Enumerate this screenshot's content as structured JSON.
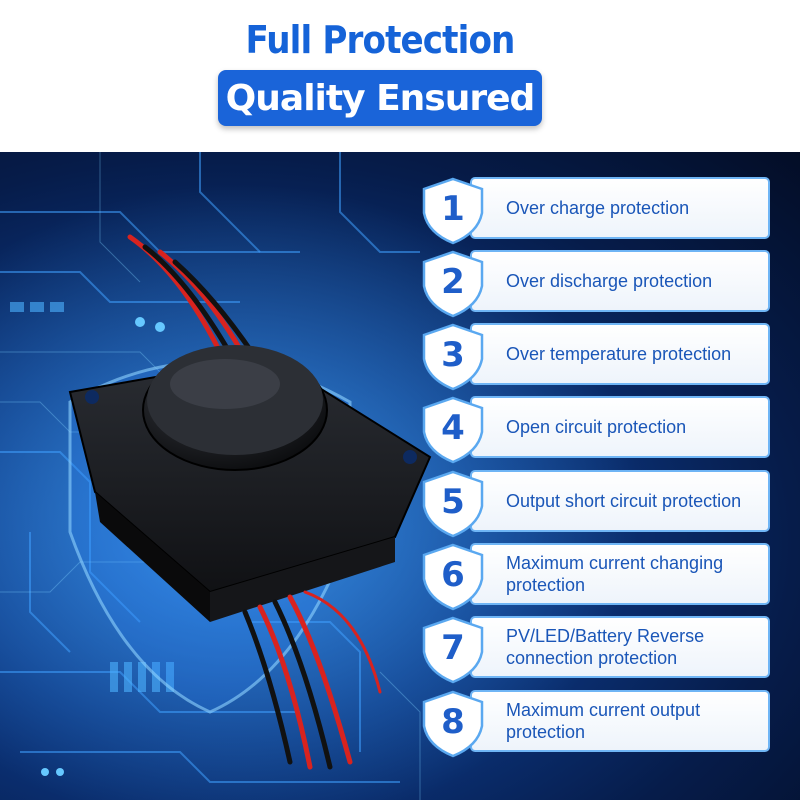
{
  "header": {
    "title": "Full Protection",
    "subtitle": "Quality Ensured"
  },
  "colors": {
    "brand_blue": "#1a64d9",
    "card_border": "#6fb5f5",
    "label_text": "#1a56b8"
  },
  "protections": [
    {
      "number": "1",
      "label": "Over charge protection"
    },
    {
      "number": "2",
      "label": "Over discharge protection"
    },
    {
      "number": "3",
      "label": "Over temperature protection"
    },
    {
      "number": "4",
      "label": "Open circuit protection"
    },
    {
      "number": "5",
      "label": "Output short circuit protection"
    },
    {
      "number": "6",
      "label": "Maximum current changing protection"
    },
    {
      "number": "7",
      "label": "PV/LED/Battery Reverse connection protection"
    },
    {
      "number": "8",
      "label": "Maximum current output protection"
    }
  ],
  "icons": {
    "item": "shield-icon",
    "product": "controller-device-icon"
  }
}
